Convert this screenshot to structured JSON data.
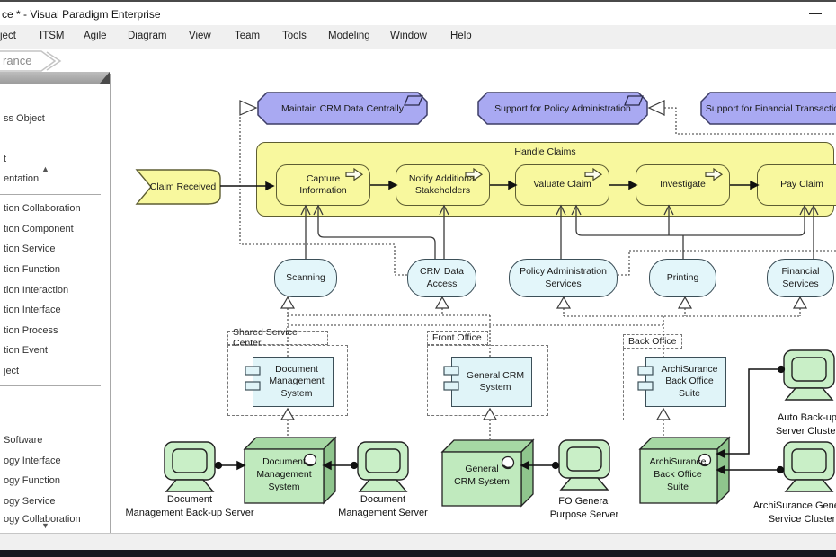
{
  "window": {
    "title": "ce * - Visual Paradigm Enterprise",
    "minimize_glyph": "—"
  },
  "menu": {
    "items": [
      "ject",
      "ITSM",
      "Agile",
      "Diagram",
      "View",
      "Team",
      "Tools",
      "Modeling",
      "Window",
      "Help"
    ]
  },
  "breadcrumb": {
    "label": "rance"
  },
  "palette": {
    "scroll_up": "▲",
    "scroll_down": "▼",
    "items": [
      "ss Object",
      "t",
      "entation",
      "tion Collaboration",
      "tion Component",
      "tion Service",
      "tion Function",
      "tion Interaction",
      "tion Interface",
      "tion Process",
      "tion Event",
      "ject",
      "Software",
      "ogy Interface",
      "ogy Function",
      "ogy Service",
      "ogy Collaboration"
    ]
  },
  "diagram": {
    "requirements": [
      {
        "label": "Maintain CRM Data Centrally"
      },
      {
        "label": "Support for Policy Administration"
      },
      {
        "label": "Support for Financial Transactio"
      }
    ],
    "event": {
      "label": "Claim Received"
    },
    "band": {
      "label": "Handle Claims"
    },
    "processes": [
      {
        "lines": [
          "Capture",
          "Information"
        ]
      },
      {
        "lines": [
          "Notify Additional",
          "Stakeholders"
        ]
      },
      {
        "lines": [
          "Valuate Claim"
        ]
      },
      {
        "lines": [
          "Investigate"
        ]
      },
      {
        "lines": [
          "Pay Claim"
        ]
      }
    ],
    "services": [
      {
        "lines": [
          "Scanning"
        ]
      },
      {
        "lines": [
          "CRM Data",
          "Access"
        ]
      },
      {
        "lines": [
          "Policy Administration",
          "Services"
        ]
      },
      {
        "lines": [
          "Printing"
        ]
      },
      {
        "lines": [
          "Financial",
          "Services"
        ]
      }
    ],
    "groups": [
      {
        "label": "Shared Service Center"
      },
      {
        "label": "Front Office"
      },
      {
        "label": "Back Office"
      }
    ],
    "components": [
      {
        "lines": [
          "Document",
          "Management",
          "System"
        ]
      },
      {
        "lines": [
          "General CRM",
          "System"
        ]
      },
      {
        "lines": [
          "ArchiSurance",
          "Back Office",
          "Suite"
        ]
      }
    ],
    "nodes": [
      {
        "lines": [
          "Document",
          "Management",
          "System"
        ]
      },
      {
        "lines": [
          "General",
          "CRM System"
        ]
      },
      {
        "lines": [
          "ArchiSurance",
          "Back Office",
          "Suite"
        ]
      }
    ],
    "devices": [
      {
        "lines": [
          "Document",
          "Management Back-up Server"
        ]
      },
      {
        "lines": [
          "Document",
          "Management Server"
        ]
      },
      {
        "lines": [
          "FO General",
          "Purpose Server"
        ]
      },
      {
        "lines": [
          "ArchiSurance General",
          "Service Cluster"
        ]
      },
      {
        "lines": [
          "Auto Back-up",
          "Server Cluster"
        ]
      }
    ],
    "colors": {
      "requirement_fill": "#a9a9f2",
      "process_fill": "#f8f89e",
      "service_fill": "#e3f6fa",
      "node_fill": "#c0eabe",
      "device_fill": "#c9efc7",
      "connector": "#3a3a3a"
    }
  }
}
